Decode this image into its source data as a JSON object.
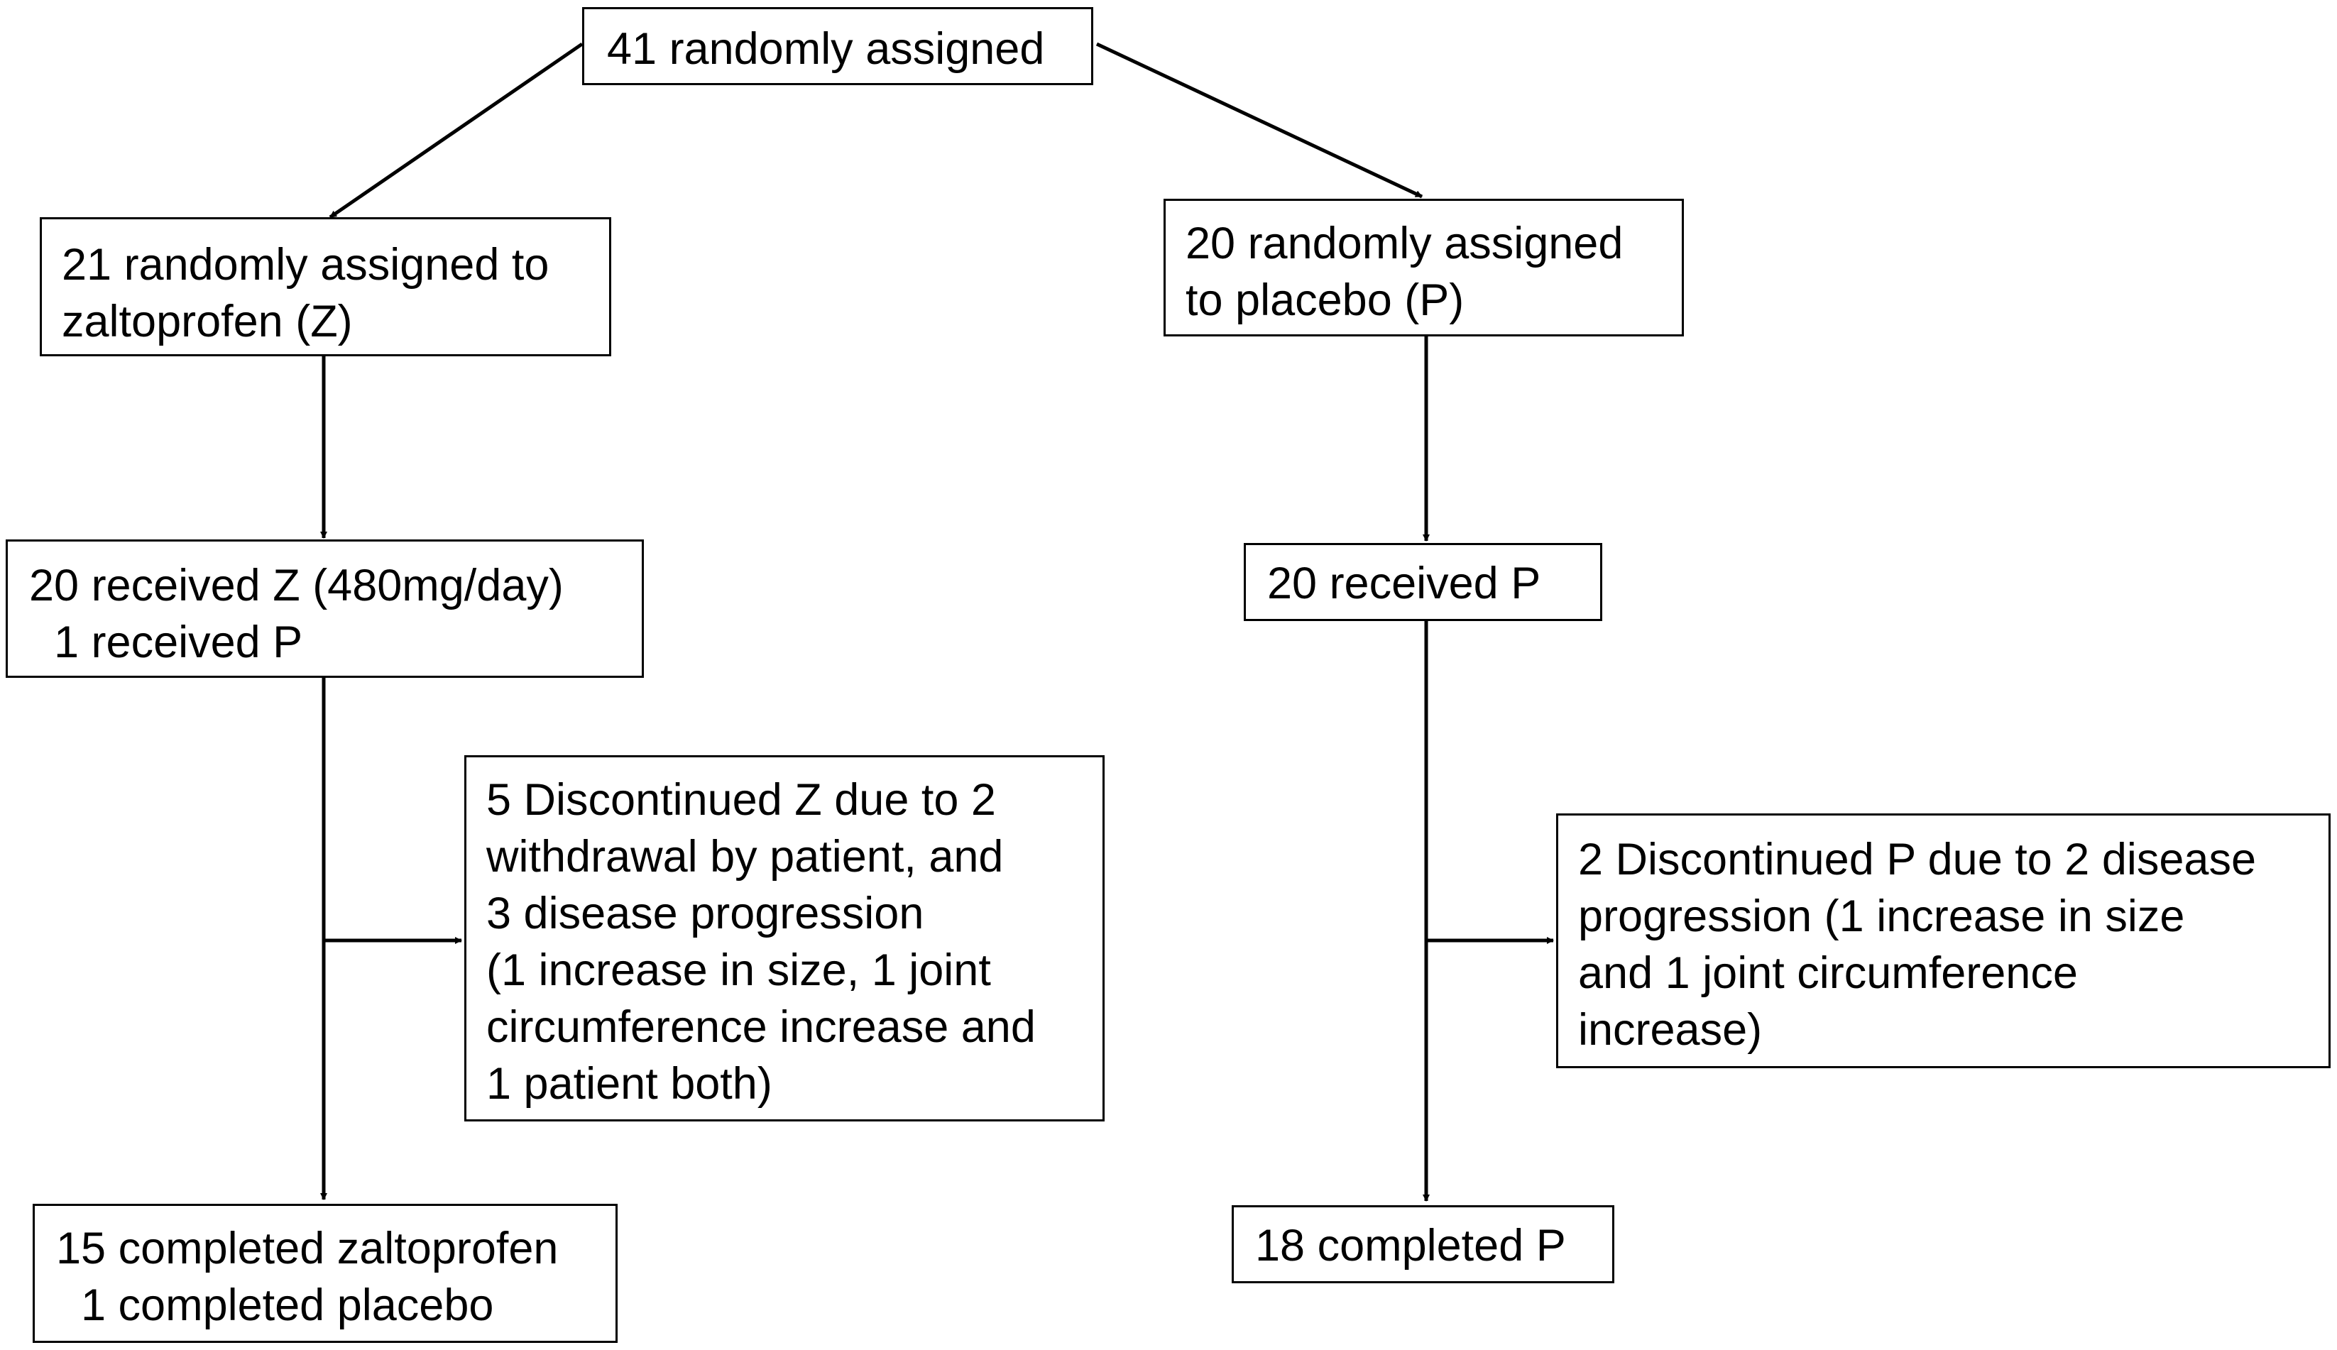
{
  "colors": {
    "stroke": "#000000",
    "background": "#ffffff",
    "text": "#000000"
  },
  "boxes": {
    "randomized": {
      "lines": [
        "41 randomly assigned"
      ]
    },
    "assigned_z": {
      "lines": [
        "21 randomly assigned to",
        "zaltoprofen (Z)"
      ]
    },
    "assigned_p": {
      "lines": [
        "20 randomly assigned",
        "to placebo (P)"
      ]
    },
    "received_z": {
      "lines": [
        "20 received Z (480mg/day)",
        "  1 received P"
      ]
    },
    "received_p": {
      "lines": [
        "20 received P"
      ]
    },
    "discontinued_z": {
      "lines": [
        "5 Discontinued Z due to 2",
        "withdrawal by patient, and",
        "3 disease progression",
        "(1 increase in size, 1 joint",
        "circumference increase and",
        "1 patient both)"
      ]
    },
    "discontinued_p": {
      "lines": [
        "2 Discontinued P due to 2 disease",
        "progression (1 increase in size",
        "and 1 joint circumference",
        "increase)"
      ]
    },
    "completed_z": {
      "lines": [
        "15 completed zaltoprofen",
        "  1 completed placebo"
      ]
    },
    "completed_p": {
      "lines": [
        "18 completed P"
      ]
    }
  }
}
